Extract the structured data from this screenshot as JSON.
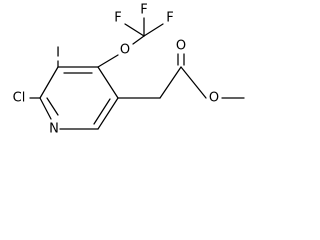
{
  "structure": {
    "atoms": {
      "N": "N",
      "Cl": "Cl",
      "I": "I",
      "O_ether": "O",
      "F1": "F",
      "F2": "F",
      "F3": "F",
      "O_carbonyl": "O",
      "O_ester": "O"
    }
  },
  "colors": {
    "bond": "#000000",
    "label": "#000000",
    "background": "#ffffff"
  }
}
